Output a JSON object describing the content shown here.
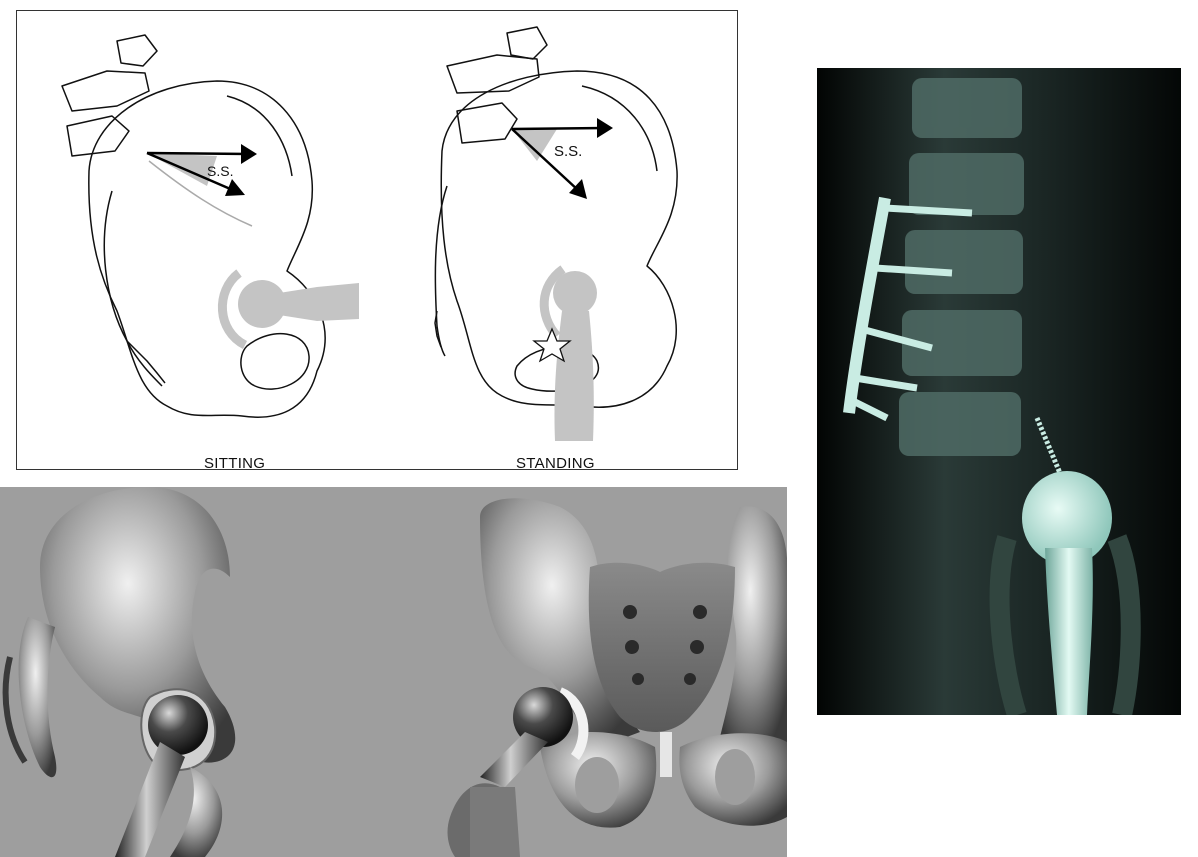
{
  "diagram": {
    "sitting": {
      "caption": "SITTING",
      "angle_label": "S.S."
    },
    "standing": {
      "caption": "STANDING",
      "angle_label": "S.S."
    }
  },
  "colors": {
    "bone_outline": "#111111",
    "implant_gray": "#c4c4c4",
    "render_background": "#9e9e9e",
    "xray_background": "#050806",
    "xray_tint": "#bfe6dd"
  }
}
